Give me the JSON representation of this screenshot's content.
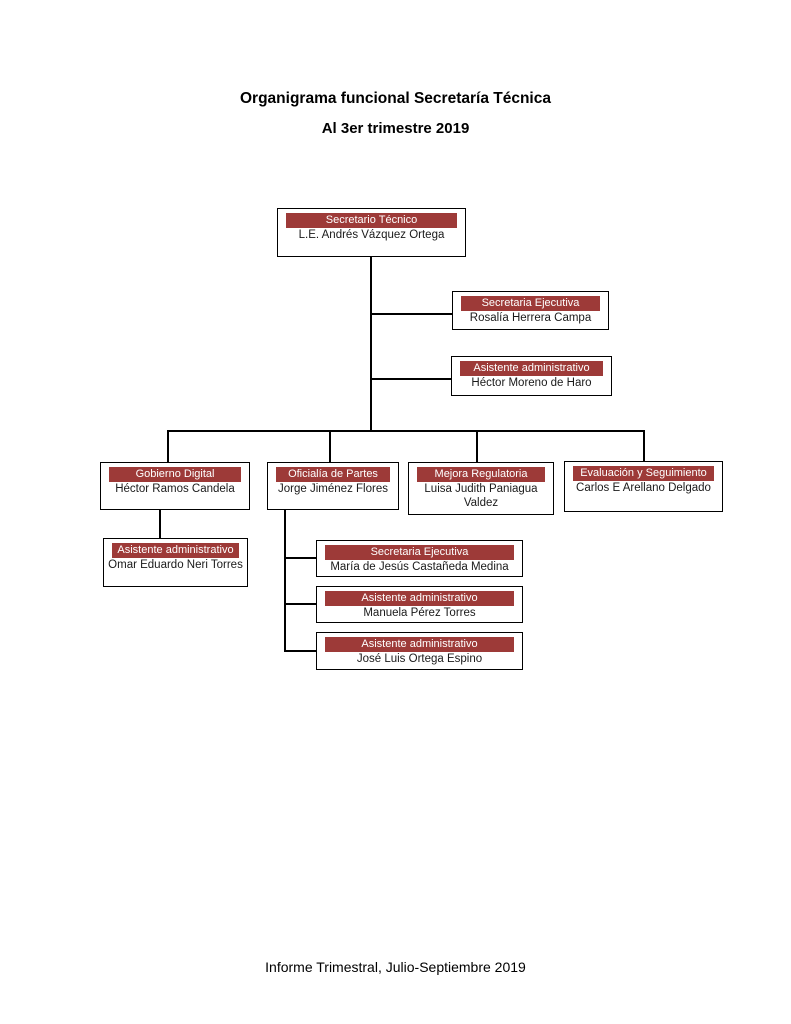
{
  "page": {
    "title": "Organigrama funcional Secretaría Técnica",
    "subtitle": "Al 3er trimestre 2019",
    "footer": "Informe Trimestral, Julio-Septiembre 2019"
  },
  "colors": {
    "banner_background": "#9d3a38",
    "banner_text": "#ffffff",
    "connector_line": "#000000",
    "box_border": "#000000",
    "page_background": "#ffffff"
  },
  "org": {
    "root": {
      "role": "Secretario Técnico",
      "name": "L.E. Andrés Vázquez Ortega"
    },
    "staff": [
      {
        "role": "Secretaria Ejecutiva",
        "name": "Rosalía Herrera Campa"
      },
      {
        "role": "Asistente administrativo",
        "name": "Héctor Moreno de Haro"
      }
    ],
    "departments": [
      {
        "role": "Gobierno Digital",
        "name": "Héctor Ramos Candela",
        "children": [
          {
            "role": "Asistente administrativo",
            "name": "Omar Eduardo Neri Torres"
          }
        ]
      },
      {
        "role": "Oficialía de Partes",
        "name": "Jorge Jiménez Flores",
        "children": [
          {
            "role": "Secretaria Ejecutiva",
            "name": "María de Jesús Castañeda Medina"
          },
          {
            "role": "Asistente administrativo",
            "name": "Manuela Pérez Torres"
          },
          {
            "role": "Asistente administrativo",
            "name": "José Luis Ortega Espino"
          }
        ]
      },
      {
        "role": "Mejora Regulatoria",
        "name": "Luisa Judith Paniagua Valdez",
        "children": []
      },
      {
        "role": "Evaluación y Seguimiento",
        "name": "Carlos E Arellano Delgado",
        "children": []
      }
    ]
  }
}
